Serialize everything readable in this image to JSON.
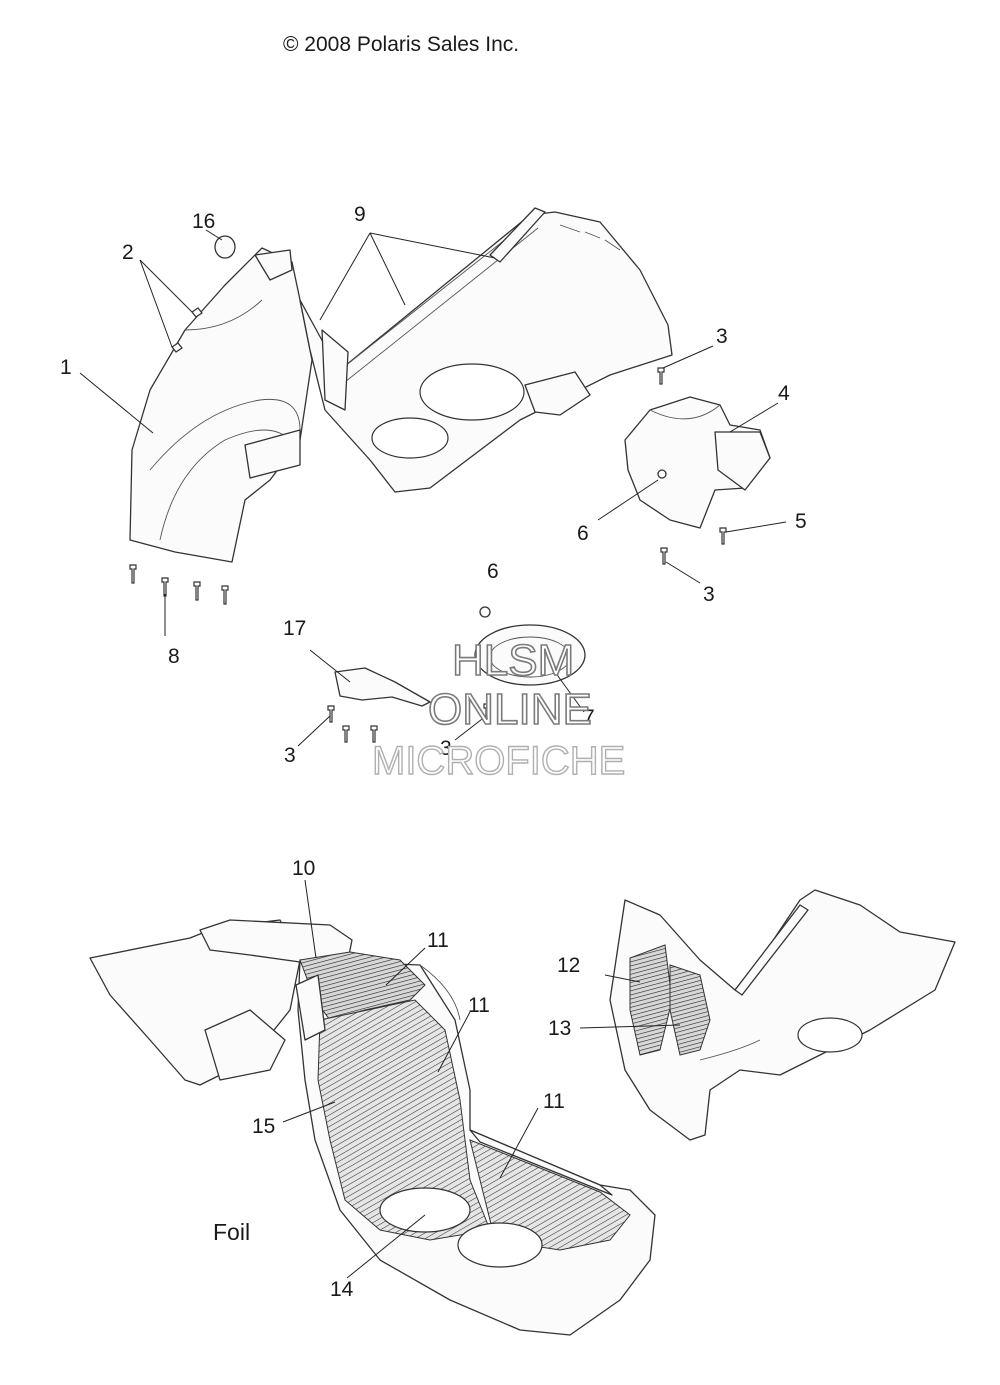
{
  "copyright": "© 2008 Polaris Sales Inc.",
  "watermark": {
    "line1": "HLSM",
    "line2": "ONLINE",
    "line3": "MICROFICHE"
  },
  "foil_label": "Foil",
  "callouts": {
    "c1": "1",
    "c2": "2",
    "c3a": "3",
    "c3b": "3",
    "c3c": "3",
    "c3d": "3",
    "c4": "4",
    "c5": "5",
    "c6a": "6",
    "c6b": "6",
    "c7": "7",
    "c8": "8",
    "c9": "9",
    "c10": "10",
    "c11a": "11",
    "c11b": "11",
    "c11c": "11",
    "c12": "12",
    "c13": "13",
    "c14": "14",
    "c15": "15",
    "c16": "16",
    "c17": "17"
  }
}
